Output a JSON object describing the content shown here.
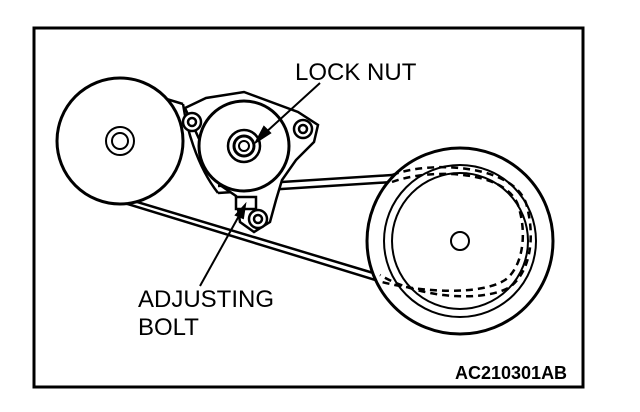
{
  "labels": {
    "lock_nut": "LOCK NUT",
    "adjusting_bolt_line1": "ADJUSTING",
    "adjusting_bolt_line2": "BOLT"
  },
  "figure_code": "AC210301AB",
  "colors": {
    "ink": "#000000",
    "paper": "#ffffff"
  }
}
